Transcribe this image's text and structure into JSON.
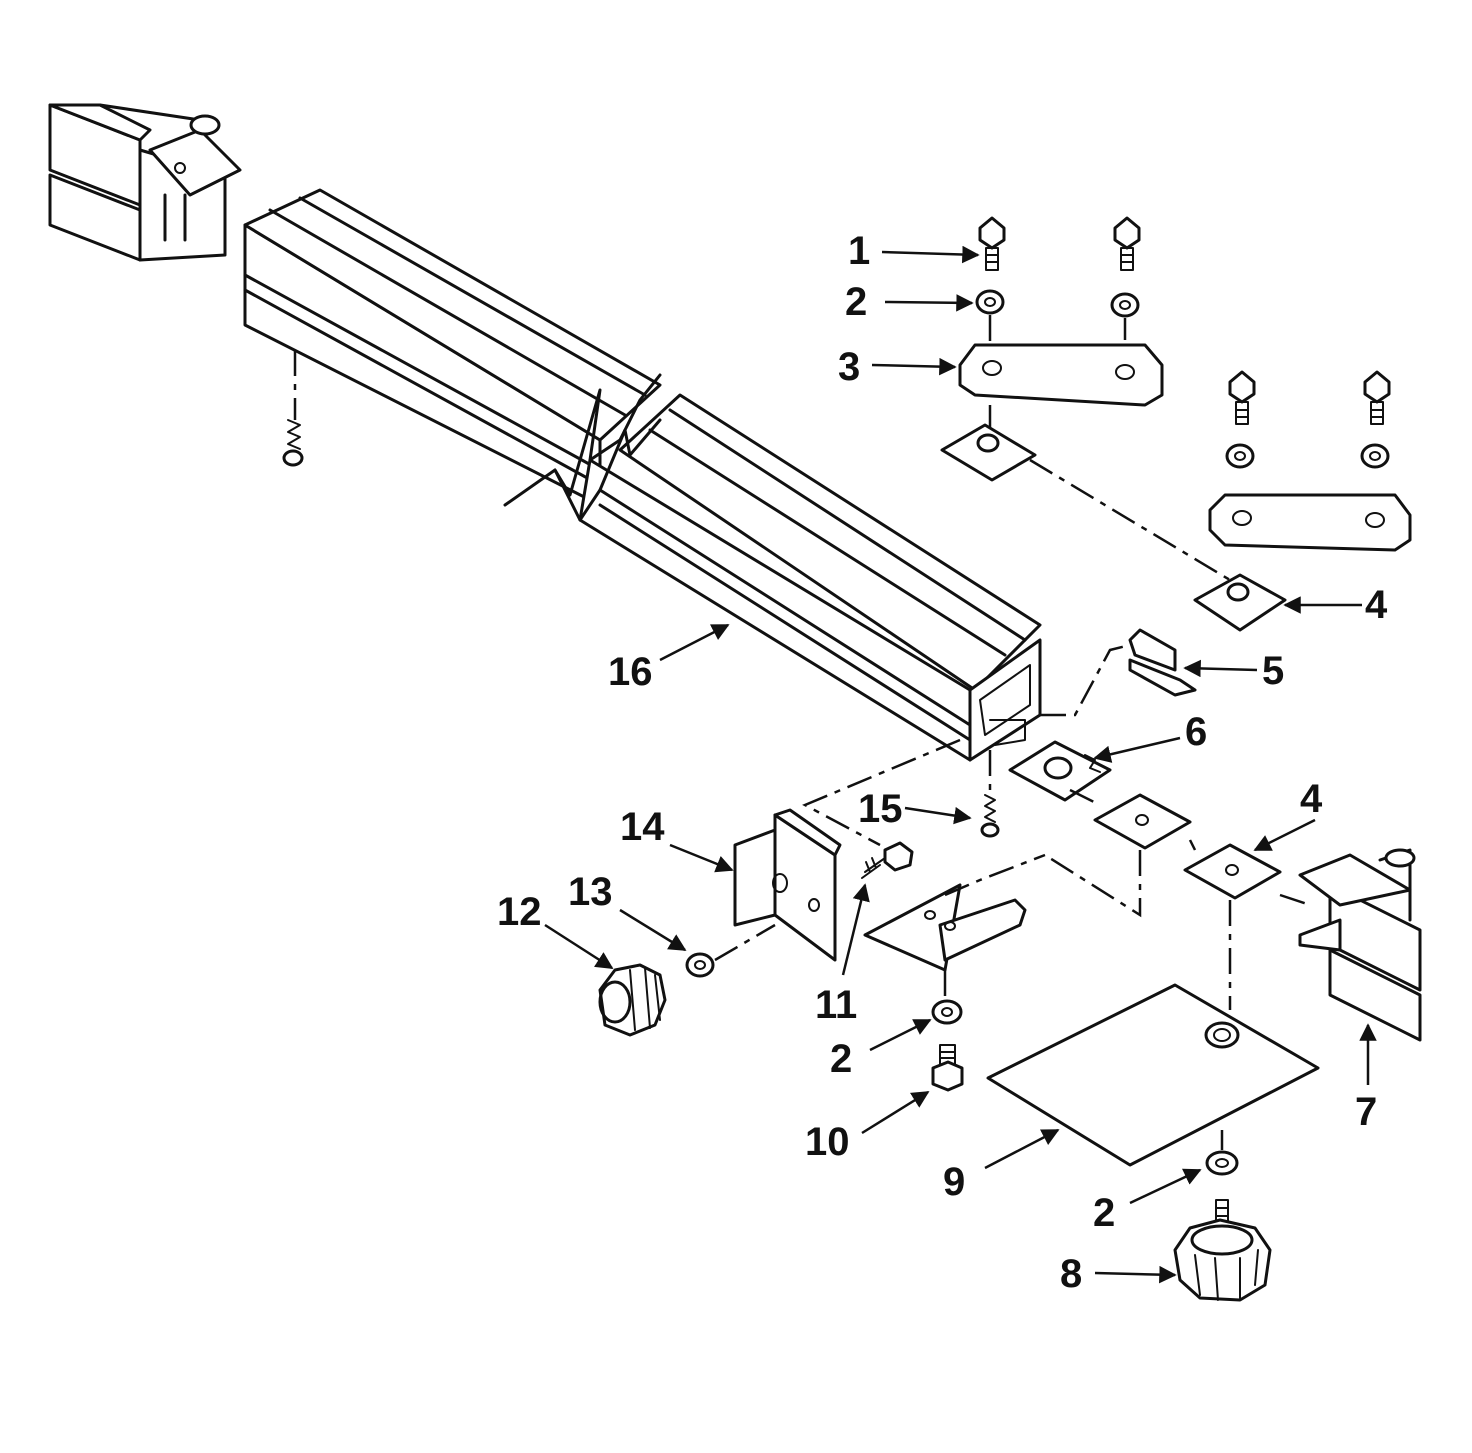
{
  "diagram": {
    "type": "exploded-parts-diagram",
    "callouts": [
      {
        "id": "c1",
        "number": "1"
      },
      {
        "id": "c2a",
        "number": "2"
      },
      {
        "id": "c3",
        "number": "3"
      },
      {
        "id": "c4a",
        "number": "4"
      },
      {
        "id": "c5",
        "number": "5"
      },
      {
        "id": "c6",
        "number": "6"
      },
      {
        "id": "c16",
        "number": "16"
      },
      {
        "id": "c15",
        "number": "15"
      },
      {
        "id": "c14",
        "number": "14"
      },
      {
        "id": "c4b",
        "number": "4"
      },
      {
        "id": "c13",
        "number": "13"
      },
      {
        "id": "c12",
        "number": "12"
      },
      {
        "id": "c11",
        "number": "11"
      },
      {
        "id": "c2b",
        "number": "2"
      },
      {
        "id": "c10",
        "number": "10"
      },
      {
        "id": "c9",
        "number": "9"
      },
      {
        "id": "c7",
        "number": "7"
      },
      {
        "id": "c2c",
        "number": "2"
      },
      {
        "id": "c8",
        "number": "8"
      }
    ]
  }
}
